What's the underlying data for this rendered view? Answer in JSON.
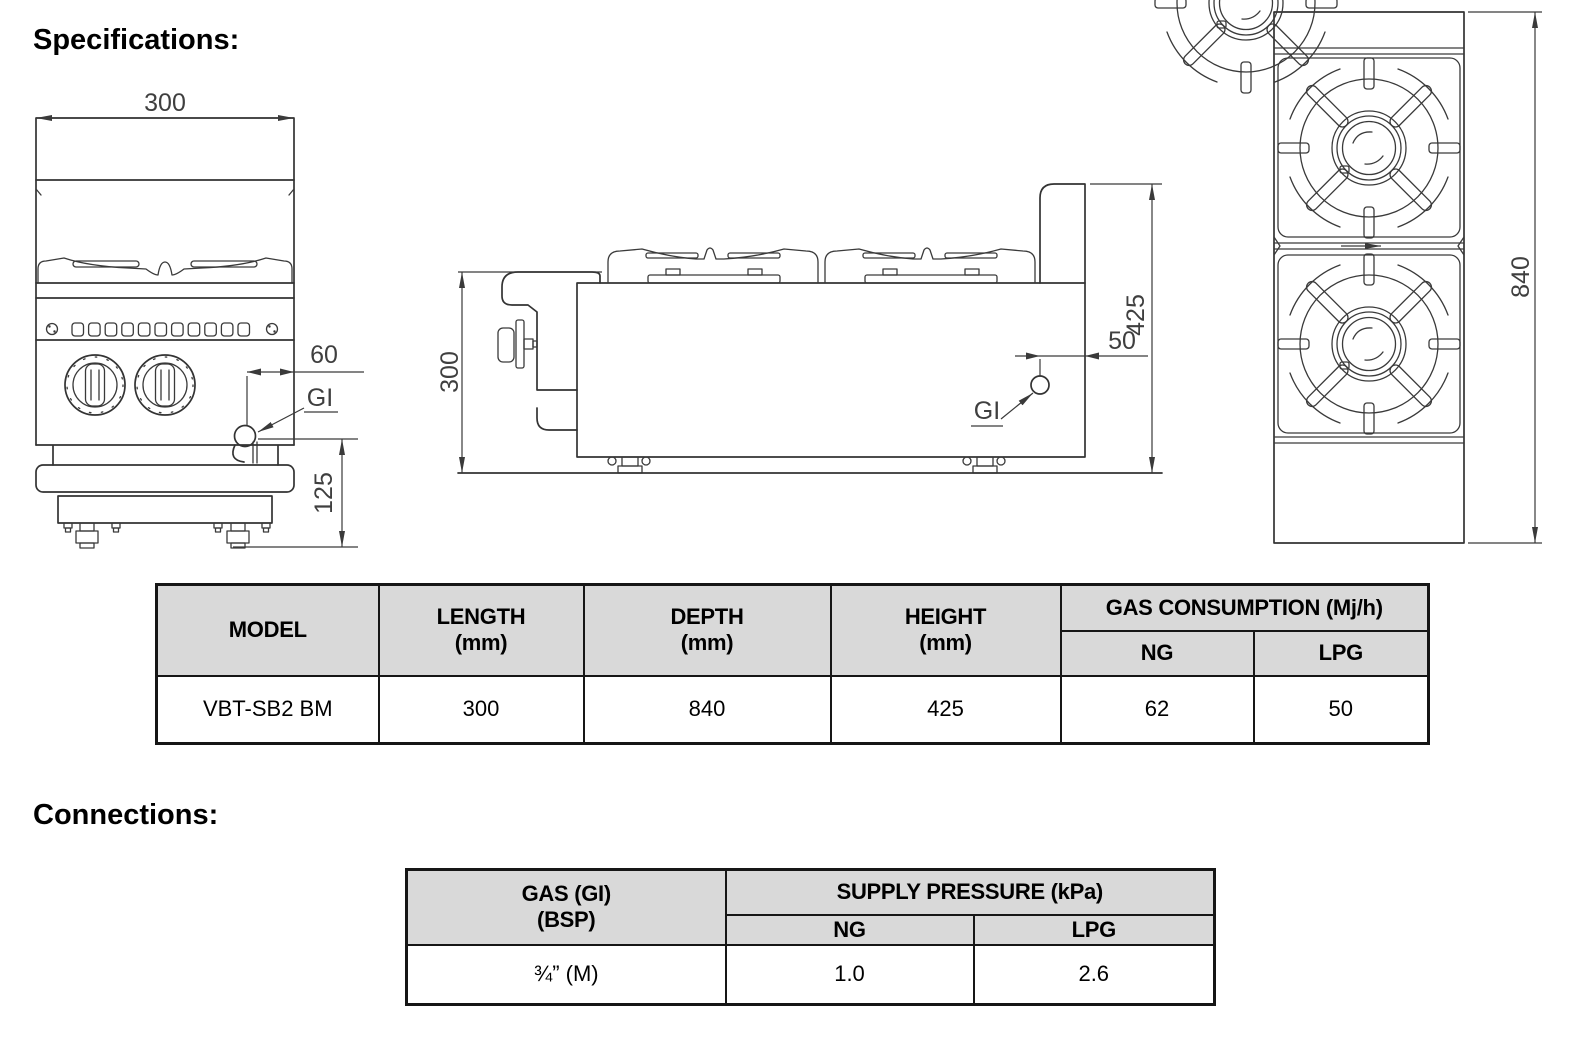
{
  "headings": {
    "specifications": "Specifications:",
    "connections": "Connections:"
  },
  "front_view": {
    "width_dim": "300",
    "inlet_offset_dim": "60",
    "inlet_label": "GI",
    "inlet_height_dim": "125"
  },
  "side_view": {
    "body_height_dim": "300",
    "overall_height_dim": "425",
    "inlet_offset_dim": "50",
    "inlet_label": "GI"
  },
  "top_view": {
    "depth_dim": "840"
  },
  "spec_table": {
    "headers": {
      "model": "MODEL",
      "length": "LENGTH\n(mm)",
      "depth": "DEPTH\n(mm)",
      "height": "HEIGHT\n(mm)",
      "gas_consumption": "GAS CONSUMPTION (Mj/h)",
      "ng": "NG",
      "lpg": "LPG"
    },
    "row": {
      "model": "VBT-SB2 BM",
      "length": "300",
      "depth": "840",
      "height": "425",
      "ng": "62",
      "lpg": "50"
    }
  },
  "connections_table": {
    "headers": {
      "gas": "GAS (GI)\n(BSP)",
      "supply_pressure": "SUPPLY PRESSURE (kPa)",
      "ng": "NG",
      "lpg": "LPG"
    },
    "row": {
      "gas": "¾” (M)",
      "ng": "1.0",
      "lpg": "2.6"
    }
  },
  "colors": {
    "drawing_line": "#333333",
    "dimension_text": "#3f3f3f",
    "table_header_bg": "#d9d9d9",
    "table_border": "#161616",
    "page_background": "#ffffff"
  }
}
